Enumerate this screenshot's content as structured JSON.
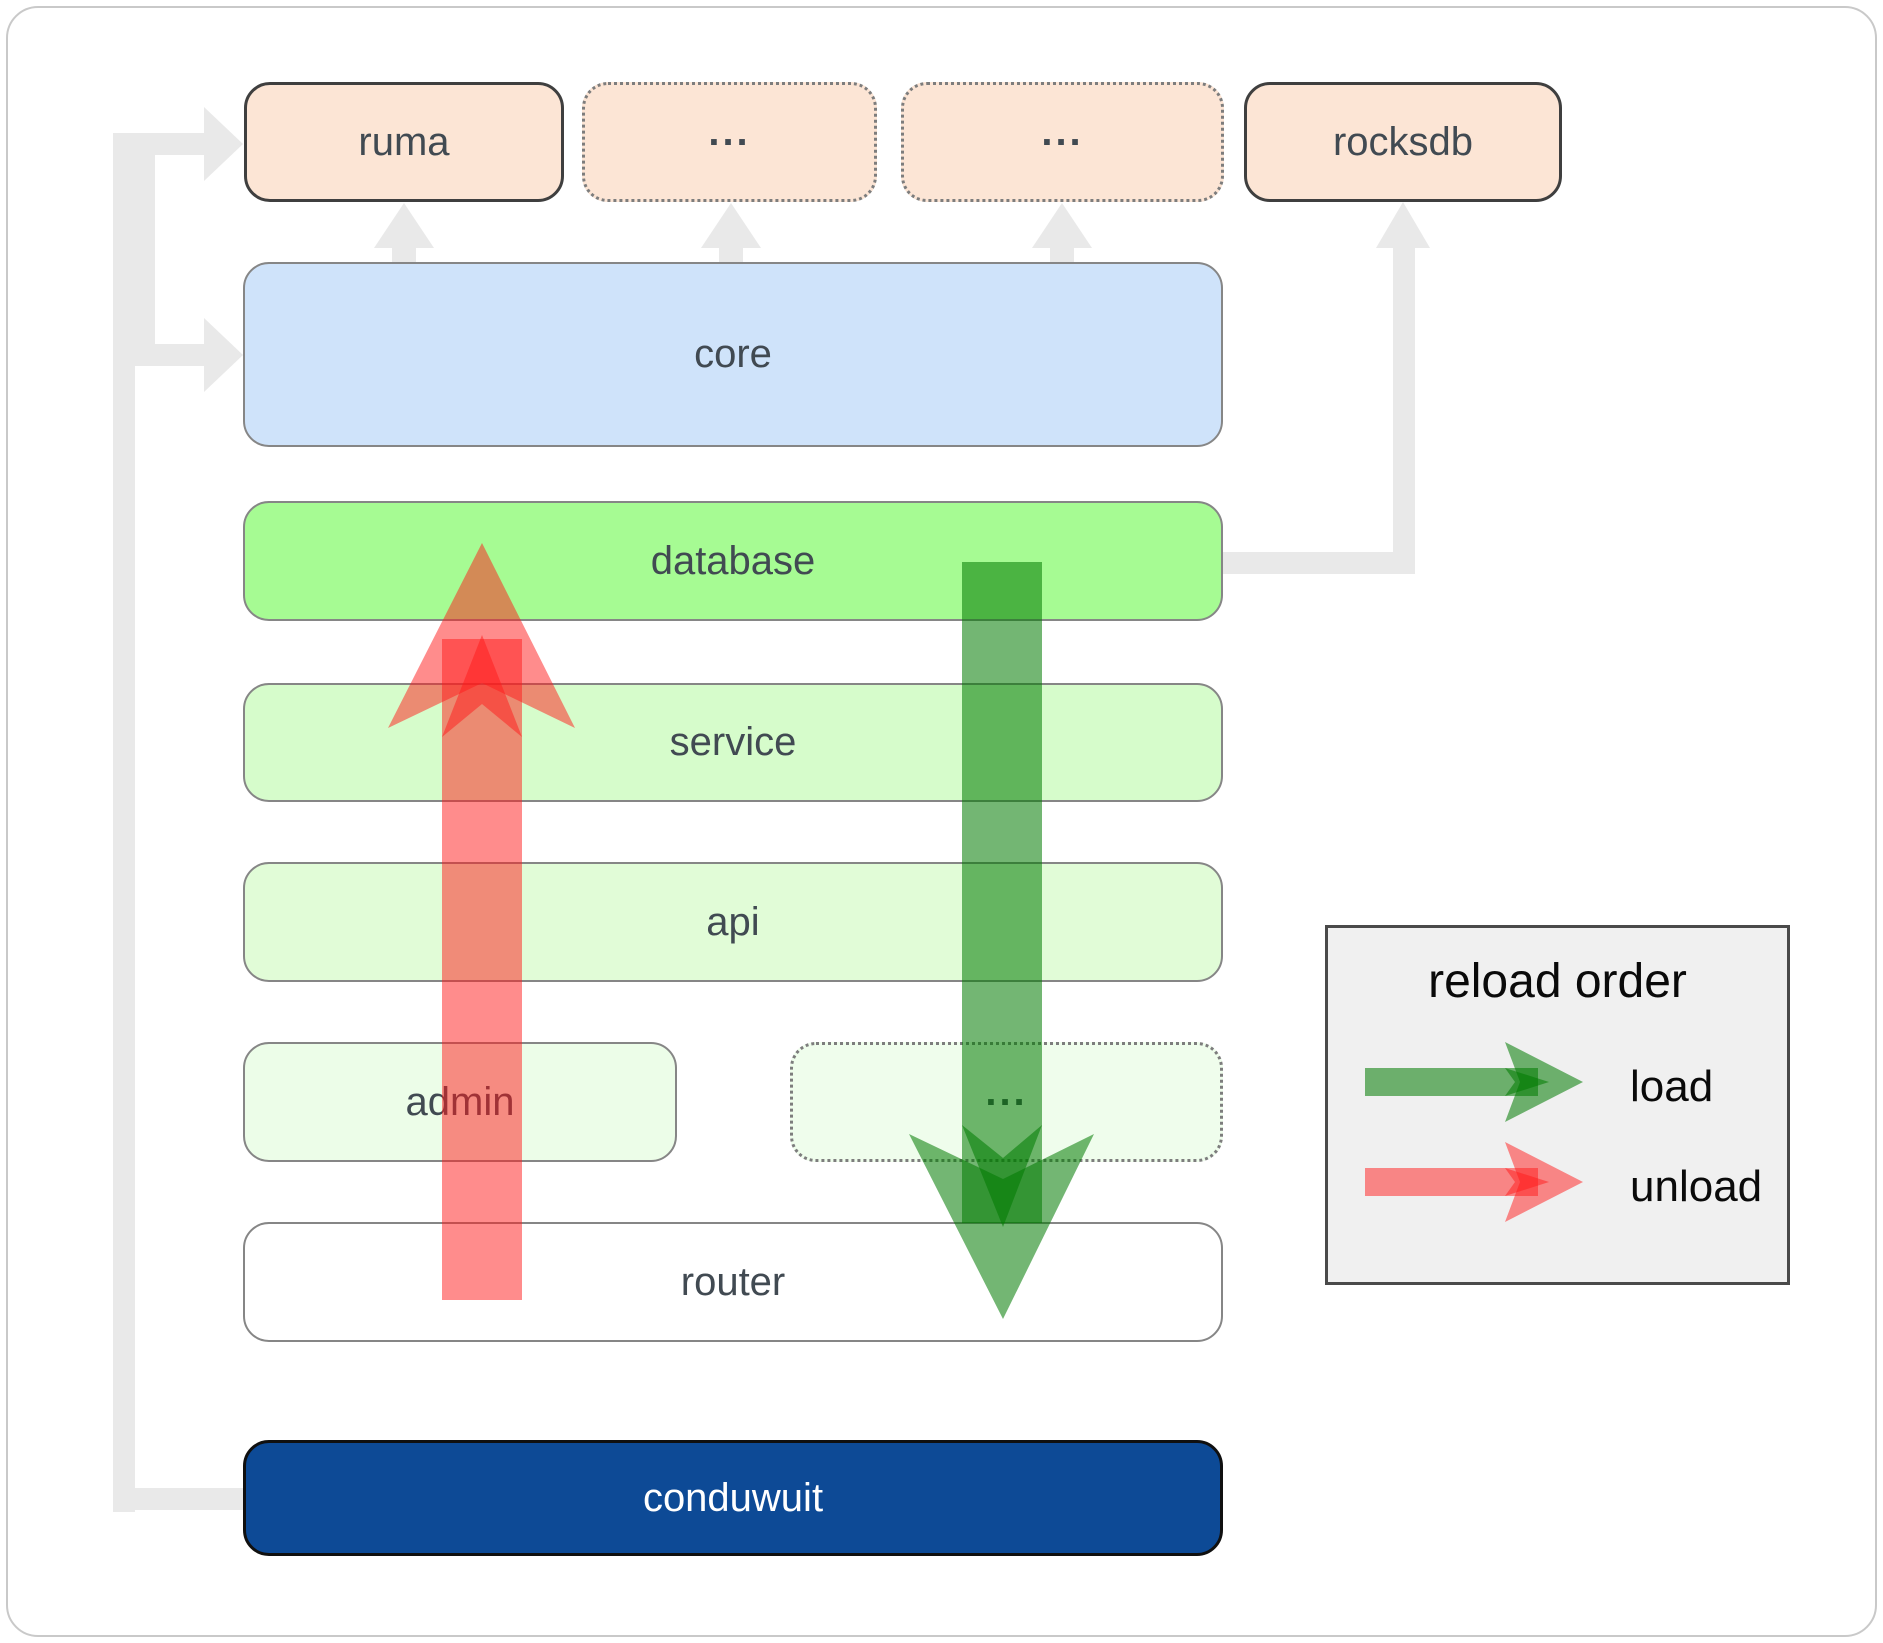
{
  "colors": {
    "canvas_bg": "#ffffff",
    "frame_border": "#c9c9c9",
    "peach": "#fce5d5",
    "blue": "#cfe3fa",
    "db_green": "#a6fb93",
    "service_green": "#d6fccb",
    "api_green": "#e1fcd7",
    "admin_green": "#ecfde8",
    "ellipsis_green": "#effdec",
    "router_white": "#ffffff",
    "navy": "#0d4a96",
    "box_border": "#868686",
    "dark_border": "#3f3f3f",
    "dotted_border": "#7d7d7d",
    "label": "#414a52",
    "label_light": "#ffffff",
    "gray_arrow": "#e9e9e9",
    "load_green": "rgba(0,122,0,0.55)",
    "unload_red": "rgba(255,25,25,0.5)",
    "legend_bg": "#f0f0f0",
    "legend_border": "#4a4a4a",
    "legend_text": "#0a0a0a"
  },
  "nodes": {
    "ruma": "ruma",
    "ellipsis1": "...",
    "ellipsis2": "...",
    "rocksdb": "rocksdb",
    "core": "core",
    "database": "database",
    "service": "service",
    "api": "api",
    "admin": "admin",
    "admin_ellipsis": "...",
    "router": "router",
    "app": "conduwuit"
  },
  "legend": {
    "title": "reload order",
    "load": "load",
    "unload": "unload"
  }
}
